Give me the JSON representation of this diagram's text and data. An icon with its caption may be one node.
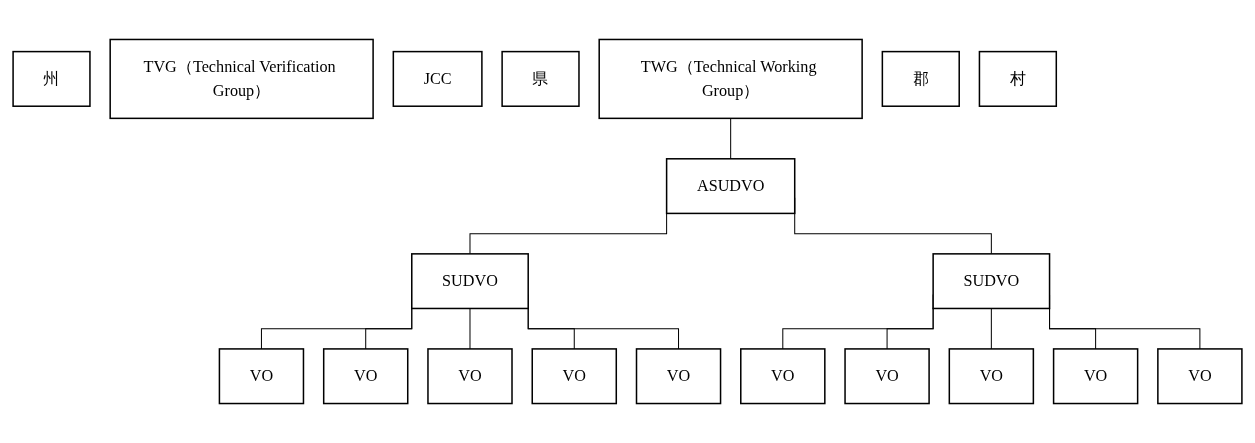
{
  "diagram": {
    "nodes": [
      {
        "text": [
          "州"
        ]
      },
      {
        "text": [
          "TVG（Technical Verification Group）"
        ]
      },
      {
        "text": [
          "JCC"
        ]
      },
      {
        "text": [
          "県"
        ]
      },
      {
        "text": [
          "TWG（Technical Working Group）"
        ]
      },
      {
        "text": [
          "ASUDVO"
        ]
      },
      {
        "text": [
          "郡"
        ]
      },
      {
        "text": [
          "SUDVO"
        ]
      },
      {
        "text": [
          "SUDVO"
        ]
      },
      {
        "text": [
          "村"
        ]
      },
      {
        "text": [
          "VO"
        ]
      },
      {
        "text": [
          "VO"
        ]
      },
      {
        "text": [
          "VO"
        ]
      },
      {
        "text": [
          "VO"
        ]
      },
      {
        "text": [
          "VO"
        ]
      },
      {
        "text": [
          "VO"
        ]
      },
      {
        "text": [
          "VO"
        ]
      },
      {
        "text": [
          "VO"
        ]
      },
      {
        "text": [
          "VO"
        ]
      },
      {
        "text": [
          "VO"
        ]
      }
    ],
    "edges": [
      {
        "from": 4,
        "to": 5,
        "arrow": "none"
      },
      {
        "from": 5,
        "to": 7,
        "arrow": "none"
      },
      {
        "from": 5,
        "to": 8,
        "arrow": "none"
      },
      {
        "from": 7,
        "to": 10,
        "arrow": "none"
      },
      {
        "from": 7,
        "to": 11,
        "arrow": "none"
      },
      {
        "from": 7,
        "to": 12,
        "arrow": "none"
      },
      {
        "from": 7,
        "to": 13,
        "arrow": "none"
      },
      {
        "from": 7,
        "to": 14,
        "arrow": "none"
      },
      {
        "from": 8,
        "to": 15,
        "arrow": "none"
      },
      {
        "from": 8,
        "to": 16,
        "arrow": "none"
      },
      {
        "from": 8,
        "to": 17,
        "arrow": "none"
      },
      {
        "from": 8,
        "to": 18,
        "arrow": "none"
      },
      {
        "from": 8,
        "to": 19,
        "arrow": "none"
      }
    ]
  }
}
